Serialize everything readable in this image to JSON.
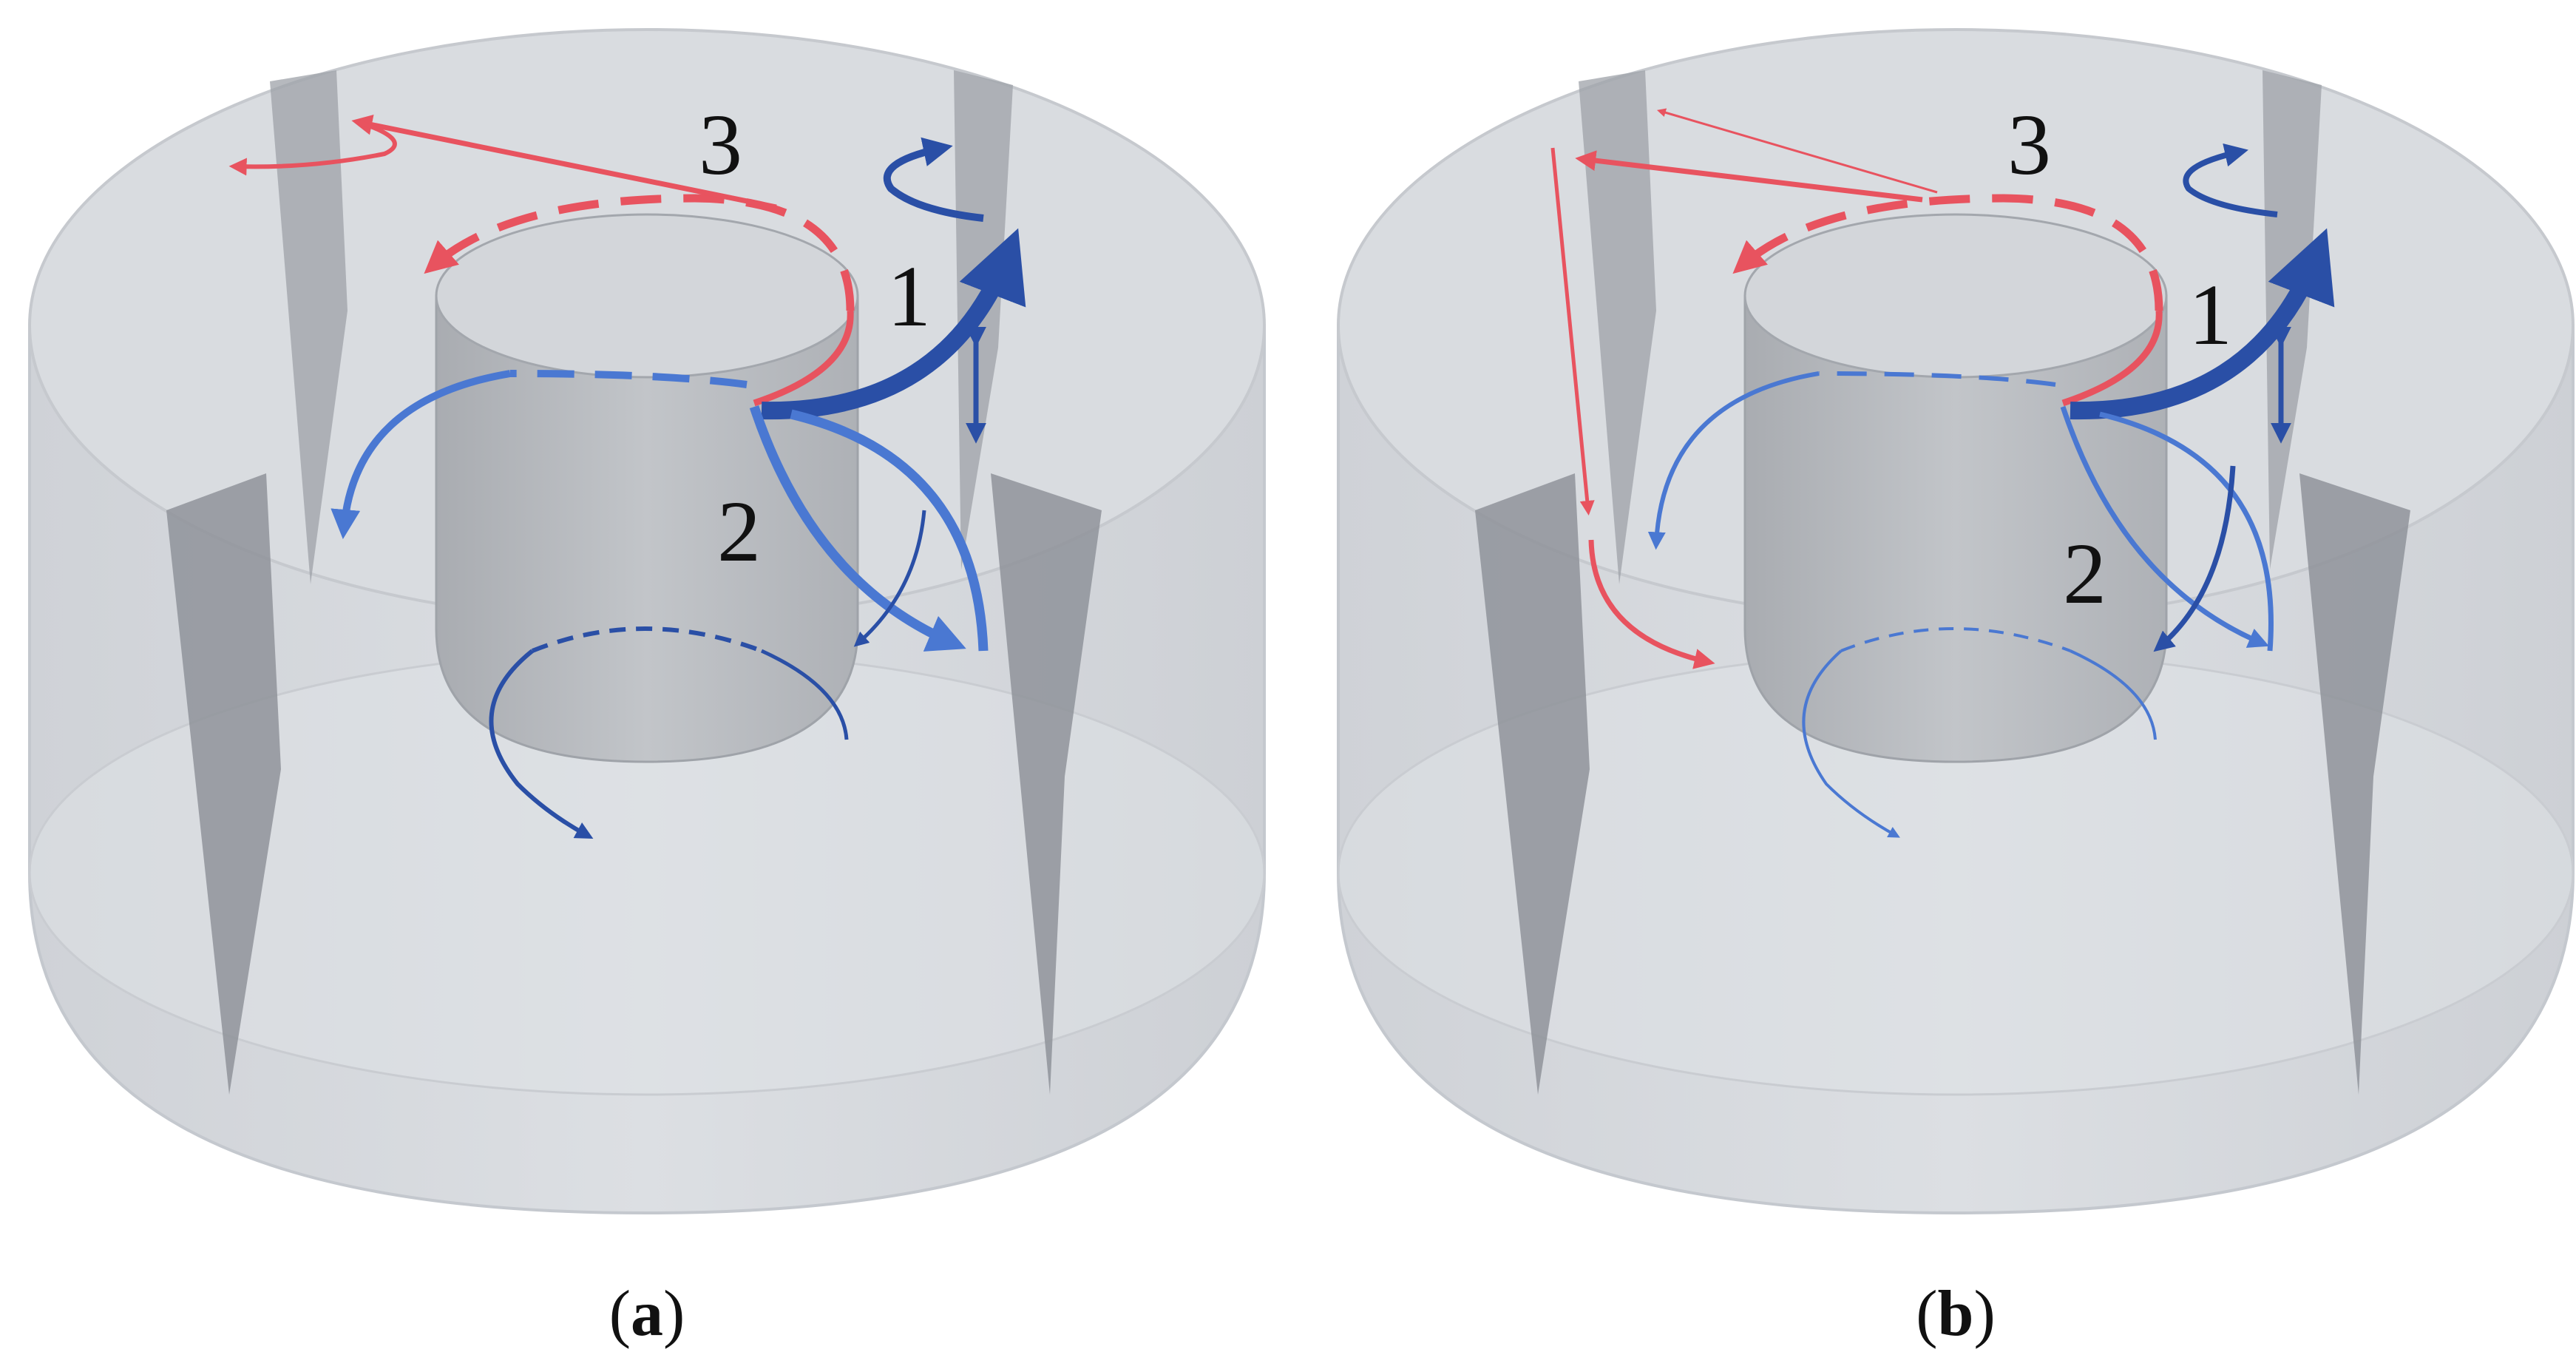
{
  "panels": [
    {
      "id": "a",
      "caption": {
        "open": "(",
        "letter": "a",
        "close": ")"
      },
      "labels": [
        "1",
        "2",
        "3"
      ]
    },
    {
      "id": "b",
      "caption": {
        "open": "(",
        "letter": "b",
        "close": ")"
      },
      "labels": [
        "1",
        "2",
        "3"
      ]
    }
  ],
  "colors": {
    "vessel_fill": "#d6d9de",
    "vessel_edge": "#c4c8ce",
    "baffle": "#9ea2a8",
    "inner_cylinder": "#b3b6bb",
    "flow_red": "#e8535f",
    "flow_blue_light": "#4a78d2",
    "flow_blue_dark": "#2a4fa6"
  },
  "icons": [
    "arrow-head-marker"
  ]
}
